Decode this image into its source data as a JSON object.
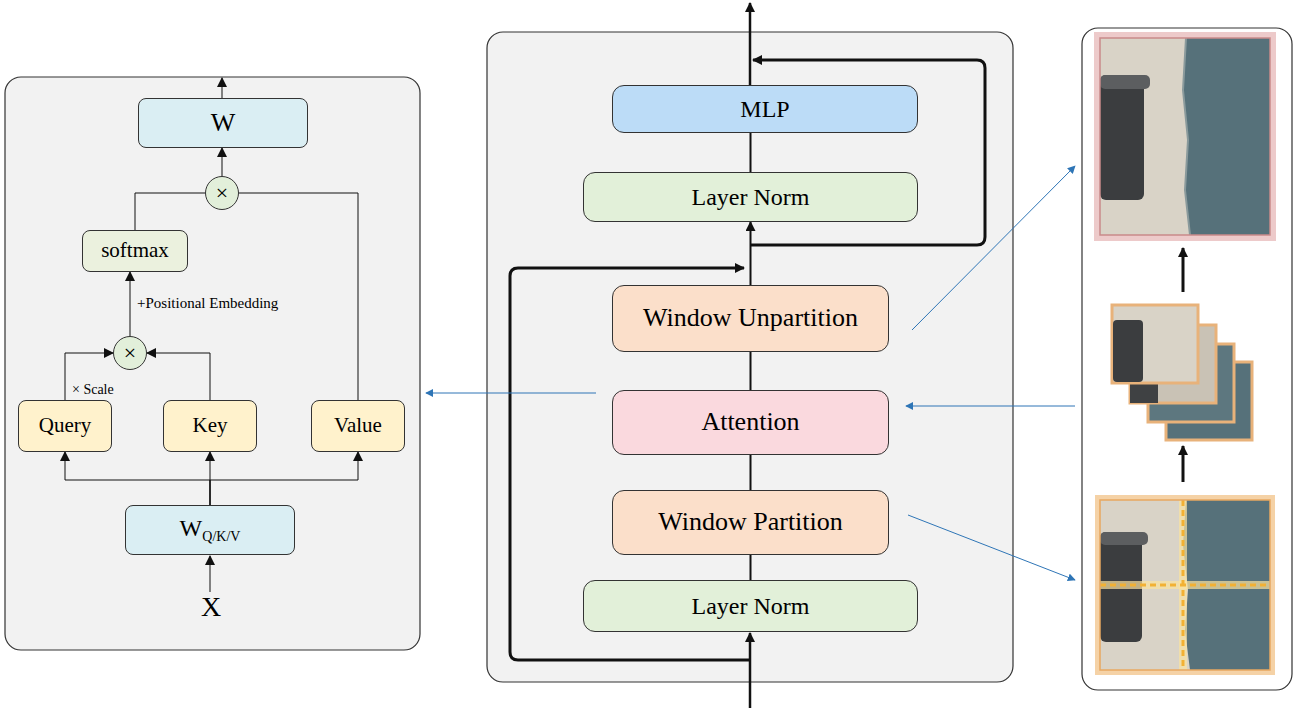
{
  "diagram": {
    "nodes": [
      {
        "text": [
          "W"
        ]
      },
      {
        "text": [
          "×"
        ]
      },
      {
        "text": [
          "softmax"
        ]
      },
      {
        "text": [
          "×"
        ]
      },
      {
        "text": [
          "Query"
        ]
      },
      {
        "text": [
          "Key"
        ]
      },
      {
        "text": [
          "Value"
        ]
      },
      {
        "text": [
          "W",
          "Q/K/V"
        ]
      },
      {
        "text": [
          "MLP"
        ]
      },
      {
        "text": [
          "Layer Norm"
        ]
      },
      {
        "text": [
          "Window Unpartition"
        ]
      },
      {
        "text": [
          "Attention"
        ]
      },
      {
        "text": [
          "Window Partition"
        ]
      },
      {
        "text": [
          "Layer Norm"
        ]
      }
    ],
    "edges": [
      {
        "from": 7,
        "to": 4,
        "arrow": "to"
      },
      {
        "from": 7,
        "to": 5,
        "arrow": "to"
      },
      {
        "from": 7,
        "to": 6,
        "arrow": "to"
      },
      {
        "from": 4,
        "to": 3,
        "label": "× Scale",
        "arrow": "to"
      },
      {
        "from": 5,
        "to": 3,
        "arrow": "to"
      },
      {
        "from": 3,
        "to": 2,
        "label": "+Positional Embedding",
        "arrow": "to"
      },
      {
        "from": 2,
        "to": 1,
        "arrow": "none"
      },
      {
        "from": 6,
        "to": 1,
        "arrow": "none"
      },
      {
        "from": 1,
        "to": 0,
        "arrow": "to"
      },
      {
        "from": 13,
        "to": 12,
        "arrow": "none"
      },
      {
        "from": 12,
        "to": 11,
        "arrow": "none"
      },
      {
        "from": 11,
        "to": 10,
        "arrow": "none"
      },
      {
        "from": 10,
        "to": 9,
        "arrow": "to"
      },
      {
        "from": 9,
        "to": 8,
        "arrow": "none"
      }
    ],
    "labels": [
      "X"
    ]
  }
}
